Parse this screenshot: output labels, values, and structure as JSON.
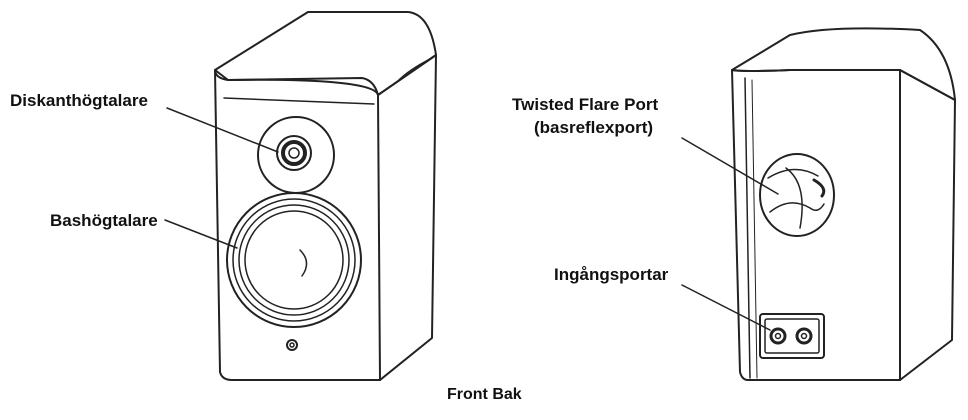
{
  "labels": {
    "tweeter": "Diskanthögtalare",
    "woofer": "Bashögtalare",
    "port_line1": "Twisted Flare Port",
    "port_line2": "(basreflexport)",
    "inputs": "Ingångsportar",
    "caption": "Front Bak"
  },
  "colors": {
    "line": "#222222",
    "text": "#111111",
    "background": "#ffffff"
  }
}
